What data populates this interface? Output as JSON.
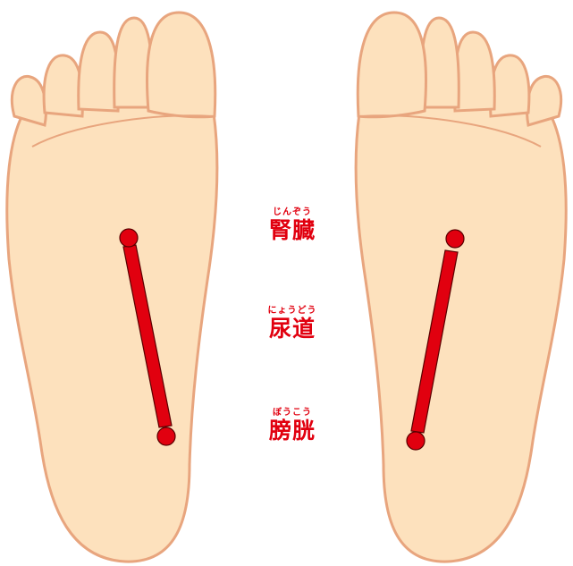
{
  "labels": {
    "kidney": {
      "reading": "じんぞう",
      "text": "腎臓"
    },
    "urethra": {
      "reading": "にょうどう",
      "text": "尿道"
    },
    "bladder": {
      "reading": "ぼうこう",
      "text": "膀胱"
    }
  },
  "colors": {
    "skin": "#fde1bd",
    "outline": "#e8a57e",
    "marker": "#e1000f",
    "text": "#e1000f"
  }
}
